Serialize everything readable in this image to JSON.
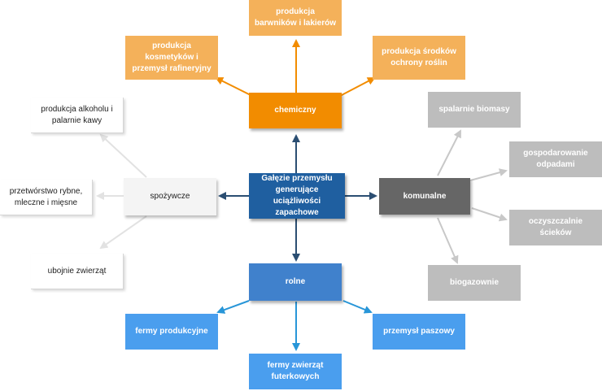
{
  "center": {
    "label": "Gałęzie przemysłu generujące uciążliwości zapachowe",
    "color": "#1f5fa0"
  },
  "branches": {
    "chemiczny": {
      "label": "chemiczny",
      "color": "#f28c00",
      "leaves": [
        "produkcja barwników i lakierów",
        "produkcja kosmetyków i przemysł rafineryjny",
        "produkcja środków ochrony roślin"
      ]
    },
    "komunalne": {
      "label": "komunalne",
      "color": "#666666",
      "leaves": [
        "spalarnie biomasy",
        "gospodarowanie odpadami",
        "oczyszczalnie ścieków",
        "biogazownie"
      ]
    },
    "rolne": {
      "label": "rolne",
      "color": "#4081cc",
      "leaves": [
        "fermy produkcyjne",
        "fermy zwierząt futerkowych",
        "przemysł paszowy"
      ]
    },
    "spozywcze": {
      "label": "spożywcze",
      "color": "#f4f4f4",
      "leaves": [
        "produkcja alkoholu i palarnie kawy",
        "przetwórstwo rybne, mleczne i mięsne",
        "ubojnie zwierząt"
      ]
    }
  }
}
